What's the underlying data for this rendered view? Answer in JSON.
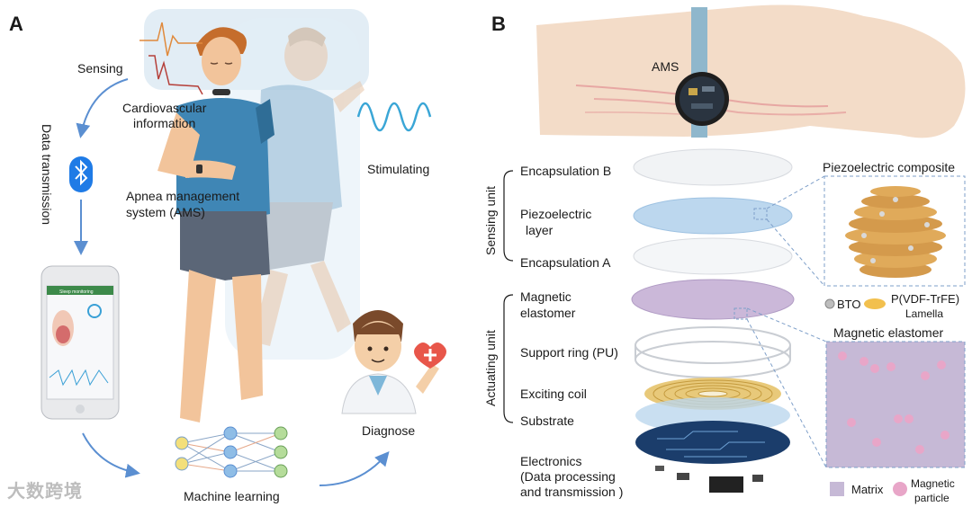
{
  "panel_a": {
    "letter": "A",
    "sensing": "Sensing",
    "cardio_line1": "Cardiovascular",
    "cardio_line2": "information",
    "data_transmission": "Data transmission",
    "ams_line1": "Apnea management",
    "ams_line2": "system (AMS)",
    "stimulating": "Stimulating",
    "machine_learning": "Machine learning",
    "diagnose": "Diagnose",
    "phone_header": "Sleep monitoring"
  },
  "panel_b": {
    "letter": "B",
    "ams": "AMS",
    "sensing_unit": "Sensing unit",
    "actuating_unit": "Actuating unit",
    "encapsulation_b": "Encapsulation B",
    "piezo_line1": "Piezoelectric",
    "piezo_line2": "layer",
    "encapsulation_a": "Encapsulation A",
    "magnetic_line1": "Magnetic",
    "magnetic_line2": "elastomer",
    "support_ring": "Support ring (PU)",
    "exciting_coil": "Exciting coil",
    "substrate": "Substrate",
    "electronics_line1": "Electronics",
    "electronics_line2": "(Data processing",
    "electronics_line3": "and transmission )",
    "piezo_composite": "Piezoelectric composite",
    "bto": "BTO",
    "pvdf_line1": "P(VDF-TrFE)",
    "pvdf_line2": "Lamella",
    "magnetic_elastomer": "Magnetic elastomer",
    "matrix": "Matrix",
    "magnetic_particle_line1": "Magnetic",
    "magnetic_particle_line2": "particle"
  },
  "watermark": "大数跨境",
  "colors": {
    "arrow_blue": "#5b8fd1",
    "bluetooth": "#1f7be6",
    "shirt": "#3f86b5",
    "skin": "#f2c49b",
    "shorts": "#5b6677",
    "purple_layer": "#cbb8d9",
    "blue_layer": "#bcd7ee",
    "coil_gold": "#c49a3d",
    "dash_box": "#7e9fc9"
  }
}
